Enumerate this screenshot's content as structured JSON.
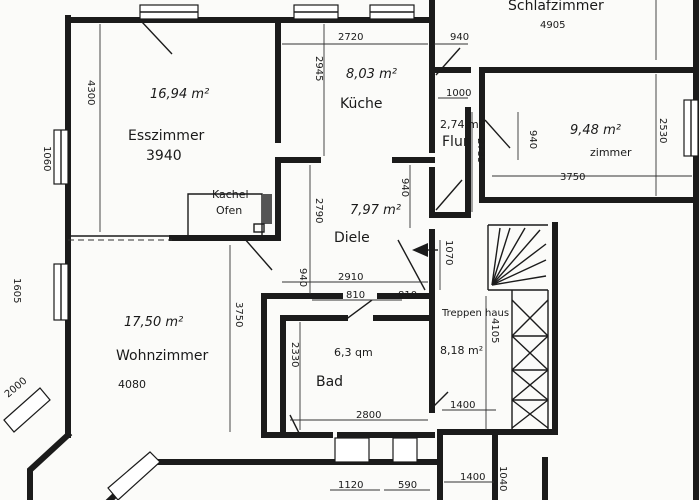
{
  "rooms": [
    {
      "name": "Schlafzimmer",
      "dim": "4905"
    },
    {
      "name": "Esszimmer",
      "area": "16,94 m²",
      "dim": "3940"
    },
    {
      "name": "Küche",
      "area": "8,03 m²"
    },
    {
      "name": "zimmer",
      "area": "9,48 m²"
    },
    {
      "name": "Flur",
      "area": "2,74 m²"
    },
    {
      "name": "Diele",
      "area": "7,97 m²"
    },
    {
      "name": "Wohnzimmer",
      "area": "17,50 m²",
      "dim": "4080"
    },
    {
      "name": "Bad",
      "area": "6,3 qm"
    },
    {
      "name": "Treppen haus",
      "area": "8,18 m²"
    }
  ],
  "labels": {
    "kachel_line1": "Kachel",
    "kachel_line2": "Ofen"
  },
  "dimensions": {
    "kueche_width": "2720",
    "kueche_height": "2945",
    "esszimmer_height": "4300",
    "esszimmer_window": "1060",
    "flur_width": "940",
    "flur_top": "1000",
    "flur_height": "2735",
    "zimmer_door": "940",
    "zimmer_width": "3750",
    "zimmer_height": "2530",
    "diele_width": "2910",
    "diele_height": "2790",
    "diele_right": "940",
    "stair_gap": "1070",
    "diele_left_seg": "940",
    "bad_door_left": "810",
    "bad_door_right": "810",
    "wohn_window": "1605",
    "wohn_height": "3750",
    "bay": "2000",
    "bad_height": "2330",
    "bad_width": "2800",
    "bad_window": "1120",
    "bad_window2": "590",
    "treppen_depth": "4105",
    "treppen_width": "1400",
    "corridor_width": "1400",
    "corridor_depth": "1040"
  }
}
